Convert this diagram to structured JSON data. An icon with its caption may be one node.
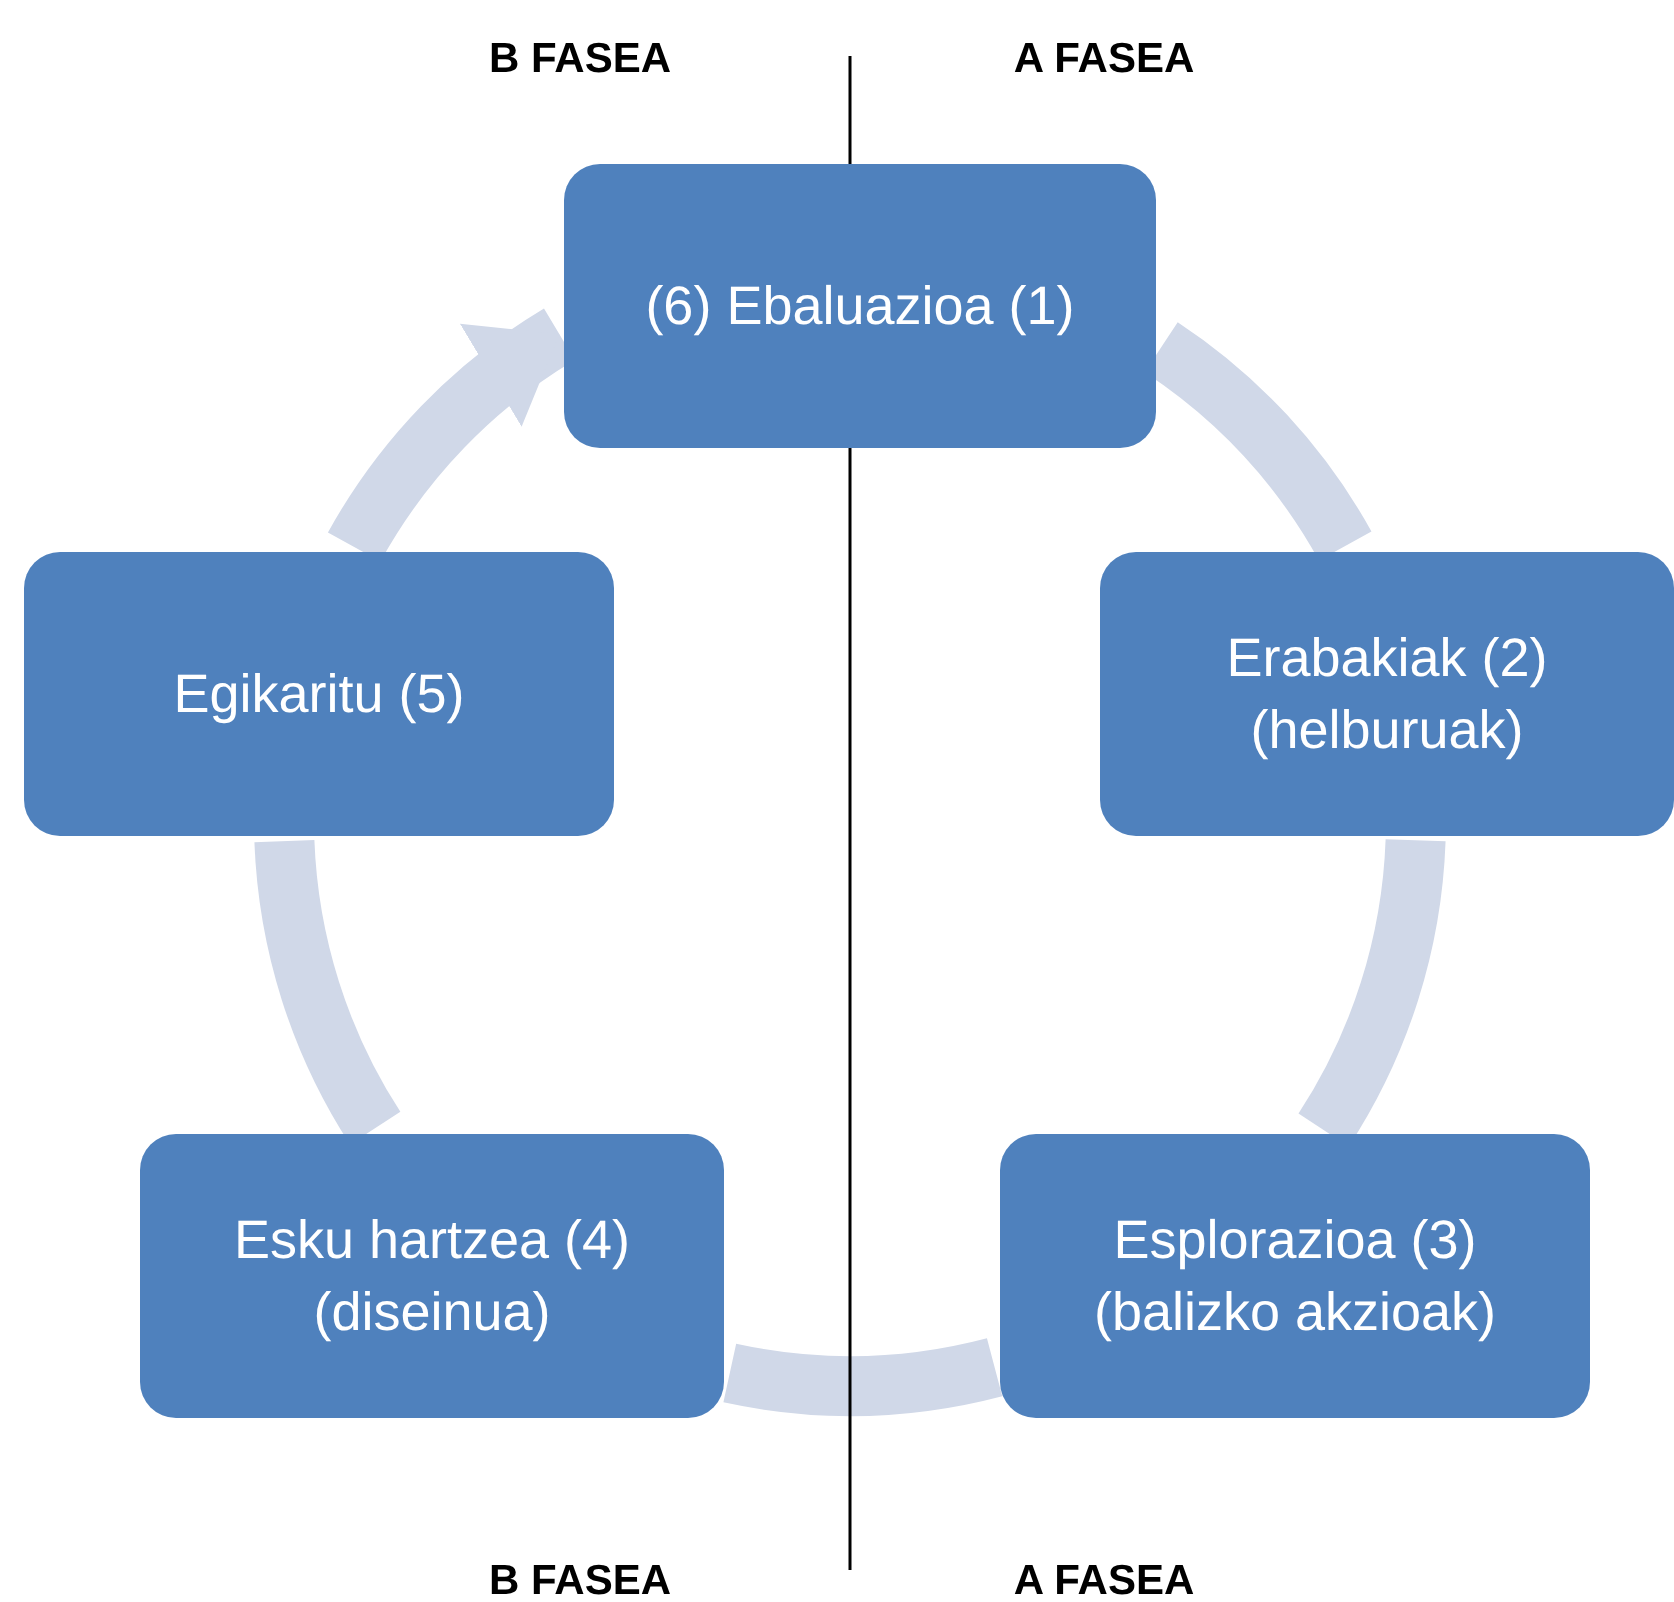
{
  "diagram": {
    "nodes": [
      {
        "text": [
          "(6) Ebaluazioa (1)"
        ]
      },
      {
        "text": [
          "Erabakiak (2) (helburuak)"
        ]
      },
      {
        "text": [
          "Esplorazioa (3) (balizko akzioak)"
        ]
      },
      {
        "text": [
          "Esku hartzea (4) (diseinua)"
        ]
      },
      {
        "text": [
          "Egikaritu (5)"
        ]
      }
    ],
    "edges": [
      {
        "from": 0,
        "to": 1,
        "arrow": "none"
      },
      {
        "from": 1,
        "to": 2,
        "arrow": "none"
      },
      {
        "from": 2,
        "to": 3,
        "arrow": "none"
      },
      {
        "from": 3,
        "to": 4,
        "arrow": "none"
      },
      {
        "from": 4,
        "to": 0,
        "arrow": "to"
      }
    ],
    "labels": [
      "B FASEA",
      "A FASEA",
      "B FASEA",
      "A FASEA"
    ]
  }
}
